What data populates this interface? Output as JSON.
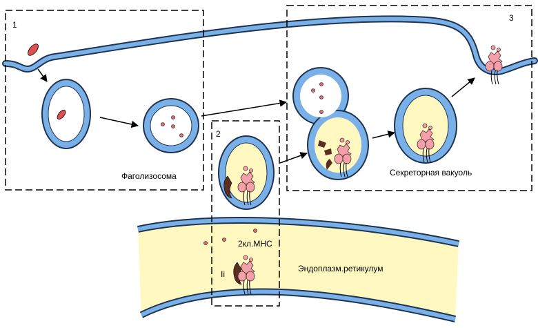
{
  "panels": [
    {
      "number": "1"
    },
    {
      "number": "2"
    },
    {
      "number": "3"
    }
  ],
  "labels": {
    "phagolysosome": "Фаголизосома",
    "secretory_vacuole": "Секреторная вакуоль",
    "mhc_class2": "2кл.МНС",
    "invariant_chain": "Ii",
    "er": "Эндоплазм.ретикулум"
  },
  "colors": {
    "membrane": "#7ab0e8",
    "membrane_outline": "#1e3350",
    "er_lumen": "#fff8c0",
    "vacuole_lumen": "#fff8c0",
    "antigen": "#e05050",
    "peptide": "#e07070",
    "mhc": "#f4a0a8",
    "invariant_chain": "#5a2e20",
    "panel_border": "#000000"
  },
  "icons": [
    "bacterium-icon",
    "peptide-dots-icon",
    "mhc-class2-molecule-icon",
    "invariant-chain-icon",
    "arrow-icon"
  ]
}
